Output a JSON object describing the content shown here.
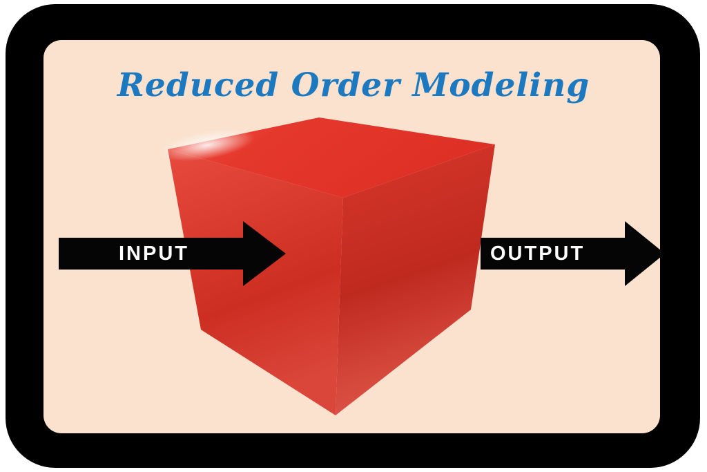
{
  "diagram": {
    "title": "Reduced Order Modeling",
    "input_label": "INPUT",
    "output_label": "OUTPUT",
    "colors": {
      "page_background": "#ffffff",
      "frame": "#000000",
      "panel_background": "#fae2cf",
      "title_text": "#1c79c0",
      "cube_red": "#dd3227",
      "arrow": "#000000",
      "arrow_text": "#ffffff"
    }
  }
}
